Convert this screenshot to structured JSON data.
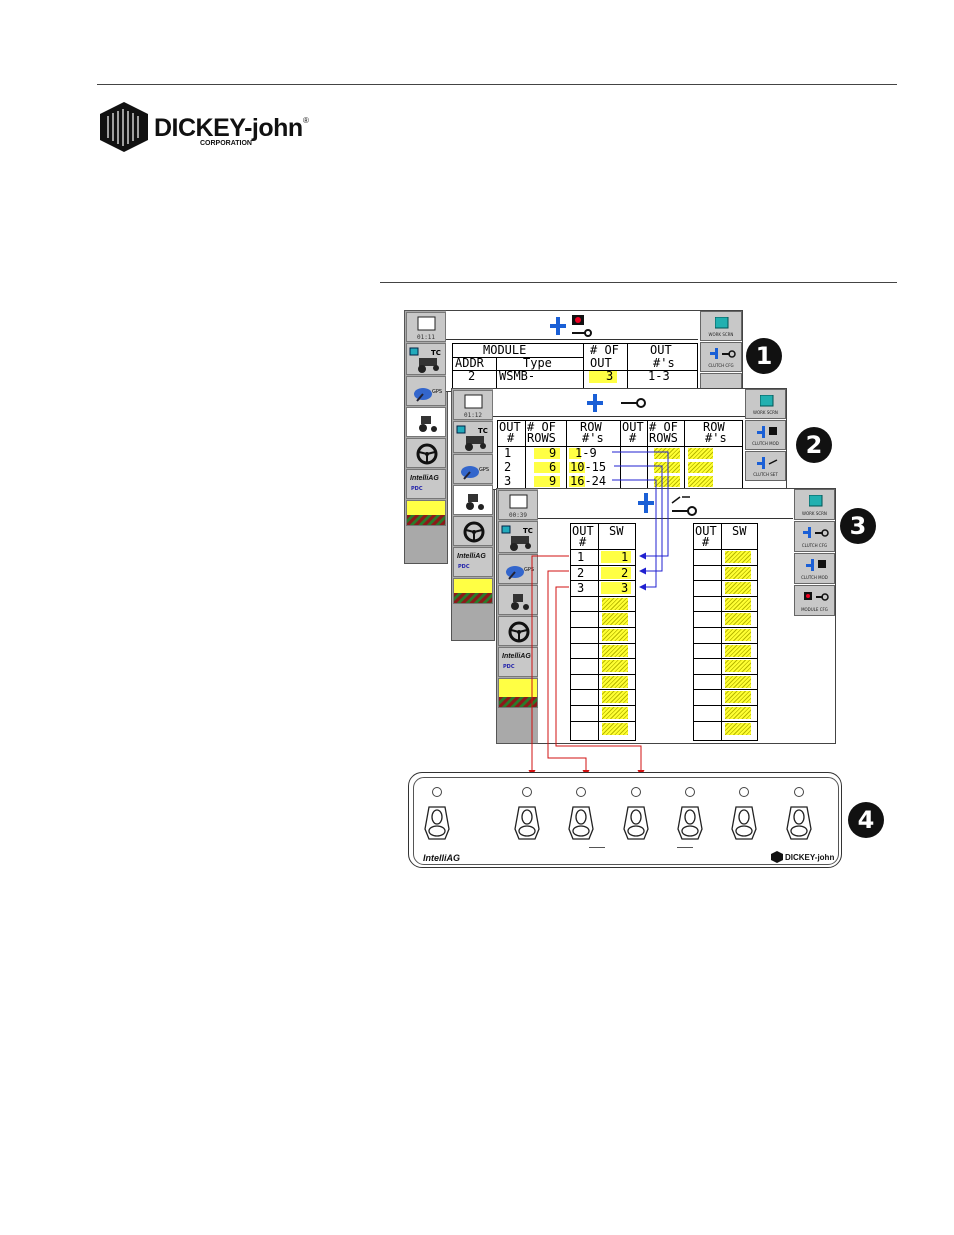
{
  "header": {
    "brand": "DICKEY-john",
    "registered": "®",
    "subtitle": "CORPORATION"
  },
  "screen1": {
    "clock": "01:11",
    "work_screen_label": "WORK SCRN",
    "clutch_cfg_label": "CLUTCH CFG",
    "table": {
      "col_module": "MODULE",
      "col_addr": "ADDR",
      "col_type": "Type",
      "col_num_of_1": "# OF",
      "col_num_of_2": "OUT",
      "col_out_1": "OUT",
      "col_out_2": "#'s",
      "row": {
        "addr": "2",
        "type": "WSMB-",
        "num": "3",
        "outs": "1-3"
      }
    }
  },
  "screen2": {
    "clock": "01:12",
    "work_screen_label": "WORK SCRN",
    "clutch_mod_label": "CLUTCH MOD",
    "clutch_set_label": "CLUTCH SET",
    "headers": {
      "out_1": "OUT",
      "out_2": "#",
      "rows_1": "# OF",
      "rows_2": "ROWS",
      "row_1": "ROW",
      "row_2": "#'s"
    },
    "rows": [
      {
        "out": "1",
        "num": "9",
        "range": "1-9"
      },
      {
        "out": "2",
        "num": "6",
        "range": "10-15"
      },
      {
        "out": "3",
        "num": "9",
        "range": "16-24"
      }
    ]
  },
  "screen3": {
    "clock": "00:39",
    "work_screen_label": "WORK SCRN",
    "clutch_cfg_label": "CLUTCH CFG",
    "clutch_mod_label": "CLUTCH MOD",
    "module_cfg_label": "MODULE CFG",
    "headers": {
      "out_1": "OUT",
      "out_2": "#",
      "sw": "SW"
    },
    "rows": [
      {
        "out": "1",
        "sw": "1"
      },
      {
        "out": "2",
        "sw": "2"
      },
      {
        "out": "3",
        "sw": "3"
      }
    ]
  },
  "sidebar": {
    "tc_label": "TC",
    "gps_label": "GPS",
    "intelliag_label": "IntelliAG",
    "pdc_label": "PDC"
  },
  "badges": [
    "1",
    "2",
    "3",
    "4"
  ],
  "switch_panel": {
    "left_logo": "IntelliAG",
    "right_logo": "DICKEY-john"
  },
  "colors": {
    "highlight_yellow": "#ffff44",
    "blue_arrow": "#2020d0",
    "red_arrow": "#d01010",
    "sidebar_gray": "#a9a9a9"
  }
}
